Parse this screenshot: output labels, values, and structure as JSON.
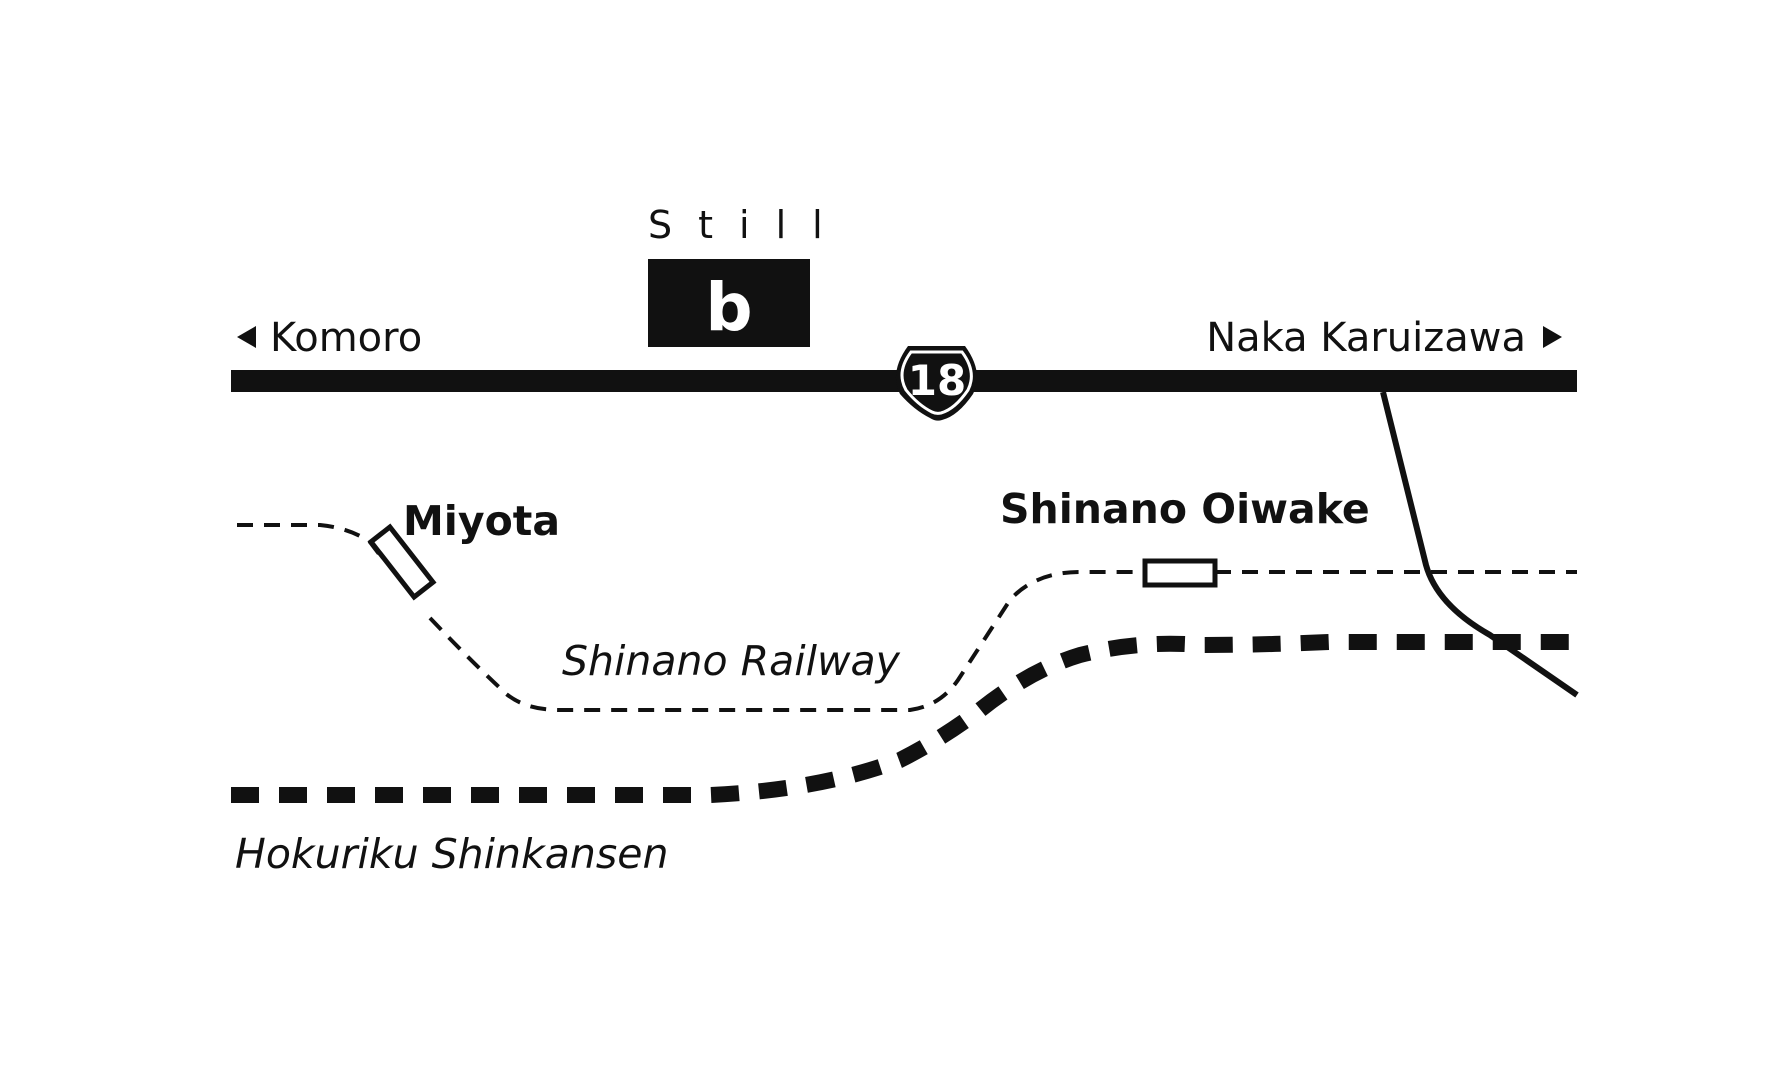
{
  "store": {
    "name": "Still",
    "logo_letter": "b"
  },
  "route": {
    "number": "18",
    "west_label": "Komoro",
    "east_label": "Naka Karuizawa"
  },
  "stations": {
    "miyota": "Miyota",
    "shinano_oiwake": "Shinano Oiwake"
  },
  "rail_lines": {
    "local": "Shinano Railway",
    "shinkansen": "Hokuriku Shinkansen"
  },
  "colors": {
    "ink": "#111111",
    "background": "#ffffff"
  },
  "icons": {
    "west_arrow": "triangle-left-icon",
    "east_arrow": "triangle-right-icon",
    "route_shield": "route-shield-icon",
    "station_marker": "station-rectangle-icon"
  }
}
